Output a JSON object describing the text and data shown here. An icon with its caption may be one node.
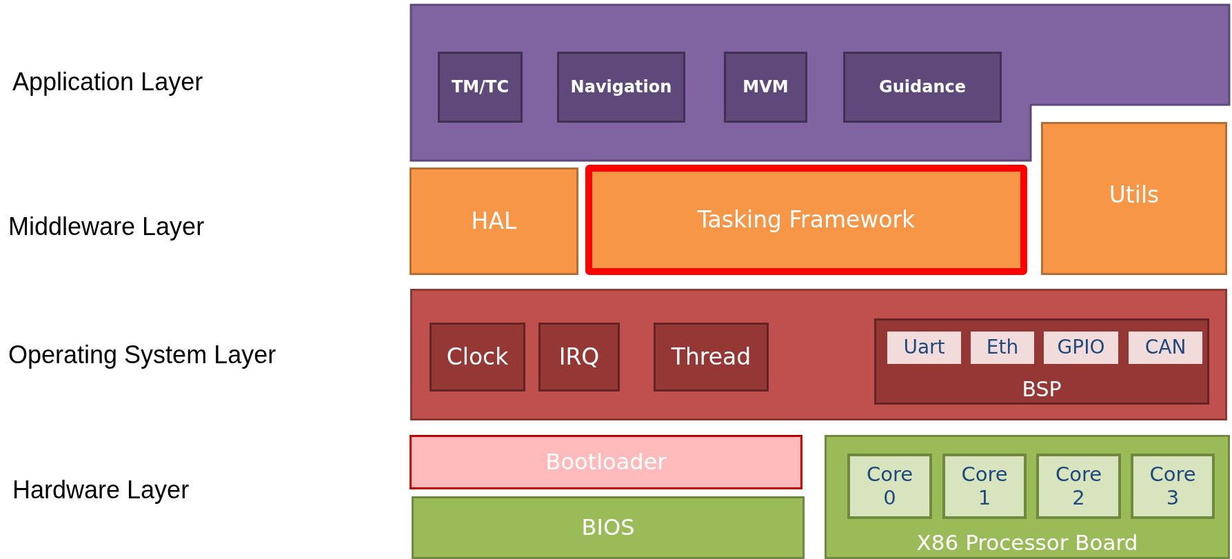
{
  "diagram": {
    "nodes": [
      {
        "text": [],
        "shape": "box"
      },
      {
        "text": [
          "TM/TC"
        ],
        "in": 0
      },
      {
        "text": [
          "Navigation"
        ],
        "in": 0
      },
      {
        "text": [
          "MVM"
        ],
        "in": 0
      },
      {
        "text": [
          "Guidance"
        ],
        "in": 0
      },
      {
        "text": [
          "HAL"
        ]
      },
      {
        "text": [
          "Tasking Framework"
        ]
      },
      {
        "text": [
          "Utils"
        ]
      },
      {
        "text": [],
        "shape": "box"
      },
      {
        "text": [
          "Clock"
        ],
        "in": 8
      },
      {
        "text": [
          "IRQ"
        ],
        "in": 8
      },
      {
        "text": [
          "Thread"
        ],
        "in": 8
      },
      {
        "text": [
          "BSP"
        ],
        "in": 8
      },
      {
        "text": [
          "Uart"
        ],
        "in": 12
      },
      {
        "text": [
          "Eth"
        ],
        "in": 12
      },
      {
        "text": [
          "GPIO"
        ],
        "in": 12
      },
      {
        "text": [
          "CAN"
        ],
        "in": 12
      },
      {
        "text": [
          "Bootloader"
        ]
      },
      {
        "text": [
          "BIOS"
        ]
      },
      {
        "text": [
          "X86 Processor Board"
        ]
      },
      {
        "text": [
          "Core 0"
        ],
        "in": 19
      },
      {
        "text": [
          "Core 1"
        ],
        "in": 19
      },
      {
        "text": [
          "Core 2"
        ],
        "in": 19
      },
      {
        "text": [
          "Core 3"
        ],
        "in": 19
      }
    ],
    "edges": [],
    "labels": [
      "Application Layer",
      "Middleware Layer",
      "Operating System Layer",
      "Hardware Layer"
    ]
  }
}
